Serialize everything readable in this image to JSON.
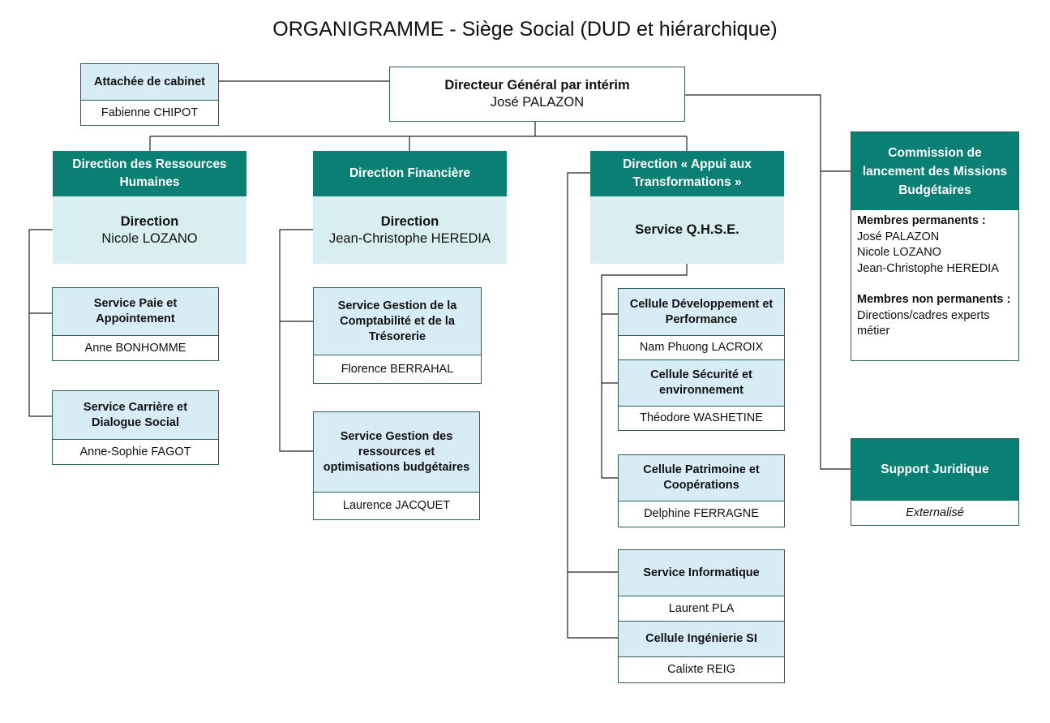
{
  "title": "ORGANIGRAMME - Siège Social (DUD et hiérarchique)",
  "dg": {
    "role": "Directeur Général par intérim",
    "name": "José PALAZON"
  },
  "cabinet": {
    "role": "Attachée de cabinet",
    "name": "Fabienne CHIPOT"
  },
  "drh": {
    "header": "Direction des Ressources Humaines",
    "sub_label": "Direction",
    "sub_name": "Nicole LOZANO",
    "services": [
      {
        "label": "Service Paie et Appointement",
        "name": "Anne BONHOMME"
      },
      {
        "label": "Service Carrière et Dialogue Social",
        "name": "Anne-Sophie FAGOT"
      }
    ]
  },
  "df": {
    "header": "Direction Financière",
    "sub_label": "Direction",
    "sub_name": "Jean-Christophe HEREDIA",
    "services": [
      {
        "label": "Service Gestion de la Comptabilité et de la Trésorerie",
        "name": "Florence BERRAHAL"
      },
      {
        "label": "Service Gestion des ressources et optimisations budgétaires",
        "name": "Laurence JACQUET"
      }
    ]
  },
  "dat": {
    "header": "Direction « Appui aux Transformations »",
    "sub_label": "Service Q.H.S.E.",
    "cells": [
      {
        "label": "Cellule Développement et Performance",
        "name": "Nam Phuong LACROIX"
      },
      {
        "label": "Cellule Sécurité et environnement",
        "name": "Théodore WASHETINE"
      },
      {
        "label": "Cellule Patrimoine et Coopérations",
        "name": "Delphine FERRAGNE"
      }
    ],
    "informatique": [
      {
        "label": "Service Informatique",
        "name": "Laurent PLA"
      },
      {
        "label": "Cellule Ingénierie SI",
        "name": "Calixte REIG"
      }
    ]
  },
  "commission": {
    "header": "Commission de lancement des Missions Budgétaires",
    "perm_title": "Membres permanents :",
    "perm_members": [
      "José PALAZON",
      "Nicole LOZANO",
      "Jean-Christophe HEREDIA"
    ],
    "nonperm_title": "Membres non permanents :",
    "nonperm_text": "Directions/cadres experts métier"
  },
  "juridique": {
    "header": "Support Juridique",
    "note": "Externalisé"
  },
  "colors": {
    "teal": "#0a7f73",
    "light_blue": "#d8ecf5",
    "pale_teal": "#d9eeef",
    "border": "#2f5f5b"
  }
}
